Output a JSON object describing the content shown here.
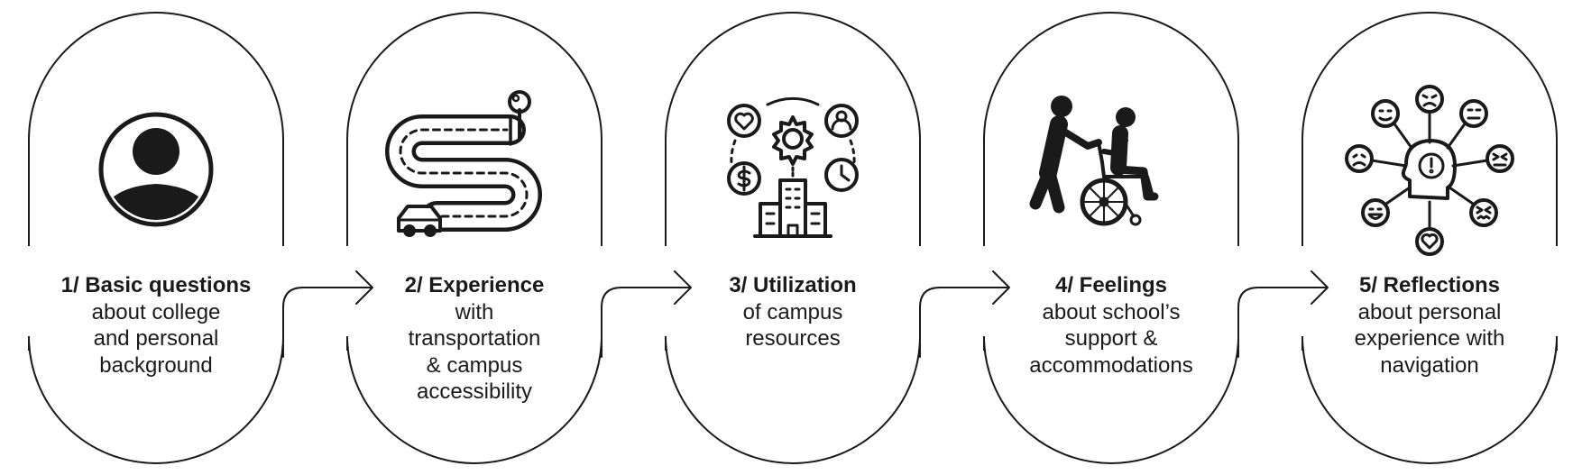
{
  "colors": {
    "ink": "#1a1a1a",
    "background": "#ffffff"
  },
  "steps": [
    {
      "title": "1/ Basic questions",
      "description": "about college\nand personal\nbackground",
      "icon": "person-avatar-icon"
    },
    {
      "title": "2/ Experience",
      "description": "with\ntransportation\n& campus\naccessibility",
      "icon": "road-route-car-icon"
    },
    {
      "title": "3/ Utilization",
      "description": "of campus\nresources",
      "icon": "campus-resources-icon"
    },
    {
      "title": "4/ Feelings",
      "description": "about school’s\nsupport &\naccommodations",
      "icon": "wheelchair-assistance-icon"
    },
    {
      "title": "5/ Reflections",
      "description": "about personal\nexperience with\nnavigation",
      "icon": "emotions-map-icon"
    }
  ]
}
